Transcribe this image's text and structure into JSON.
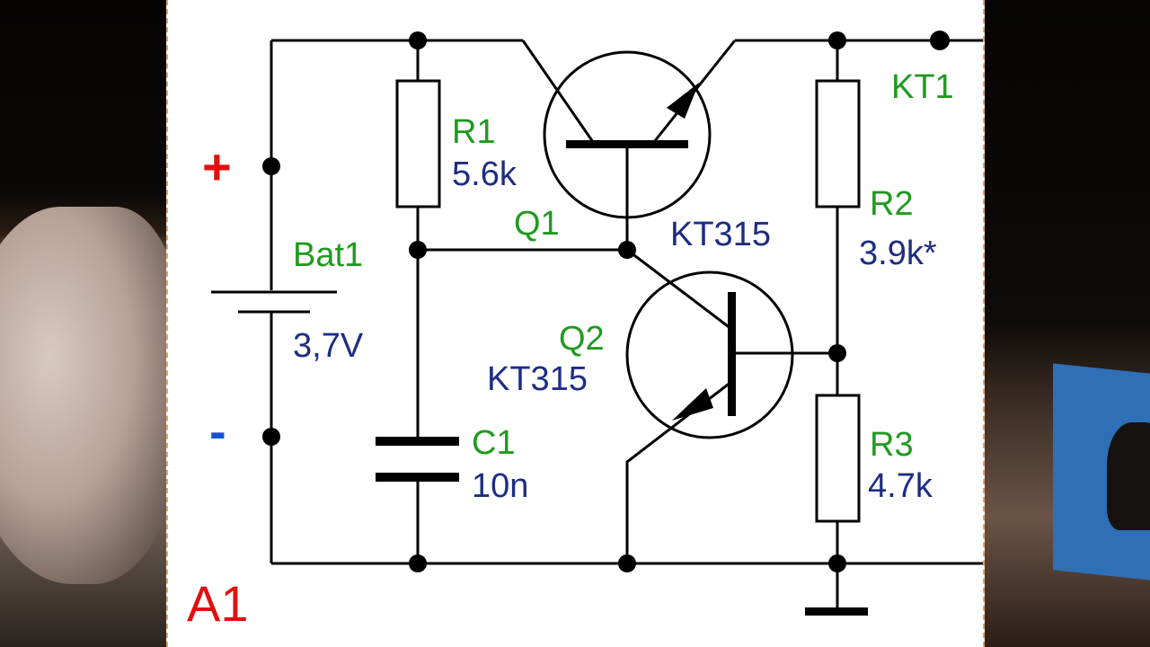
{
  "diagram": {
    "battery": {
      "symbol_plus": "+",
      "symbol_minus": "-",
      "name": "Bat1",
      "value": "3,7V"
    },
    "r1": {
      "name": "R1",
      "value": "5.6k"
    },
    "r2": {
      "name": "R2",
      "value": "3.9k*"
    },
    "r3": {
      "name": "R3",
      "value": "4.7k"
    },
    "c1": {
      "name": "C1",
      "value": "10n"
    },
    "q1": {
      "name": "Q1",
      "type": "KT315"
    },
    "q2": {
      "name": "Q2",
      "type": "KT315"
    },
    "output": {
      "name": "KT1"
    },
    "block": {
      "label": "A1"
    }
  },
  "colors": {
    "wire": "#000000",
    "name_label": "#1f9a1f",
    "value_label": "#1d2d82",
    "plus": "#e01010",
    "minus": "#1a4fd6",
    "block_label": "#e01010"
  }
}
